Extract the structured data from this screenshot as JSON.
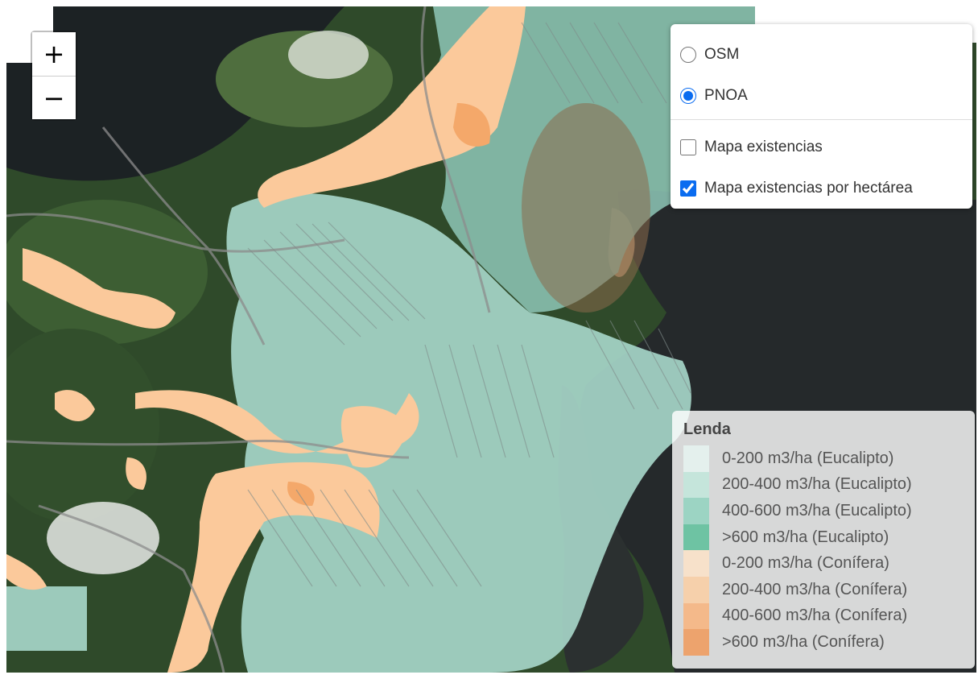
{
  "zoom": {
    "in_label": "+",
    "out_label": "−"
  },
  "layers": {
    "base": [
      {
        "label": "OSM",
        "selected": false
      },
      {
        "label": "PNOA",
        "selected": true
      }
    ],
    "overlays": [
      {
        "label": "Mapa existencias",
        "checked": false
      },
      {
        "label": "Mapa existencias por hectárea",
        "checked": true
      }
    ]
  },
  "legend": {
    "title": "Lenda",
    "items": [
      {
        "label": "0-200 m3/ha (Eucalipto)",
        "color": "#e6f5f1"
      },
      {
        "label": "200-400 m3/ha (Eucalipto)",
        "color": "#c2e8dc"
      },
      {
        "label": "400-600 m3/ha (Eucalipto)",
        "color": "#92d4c0"
      },
      {
        "label": ">600 m3/ha (Eucalipto)",
        "color": "#5cbf9a"
      },
      {
        "label": "0-200 m3/ha (Conífera)",
        "color": "#fde3c8"
      },
      {
        "label": "200-400 m3/ha (Conífera)",
        "color": "#fccfa3"
      },
      {
        "label": "400-600 m3/ha (Conífera)",
        "color": "#f9b47c"
      },
      {
        "label": ">600 m3/ha (Conífera)",
        "color": "#f19a5a"
      }
    ]
  }
}
